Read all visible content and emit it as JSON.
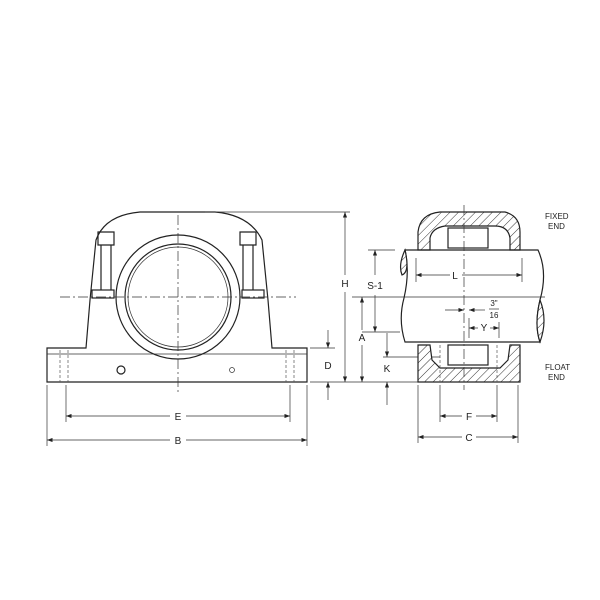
{
  "notes": {
    "fixed_end": [
      "FIXED",
      "END"
    ],
    "float_end": [
      "FLOAT",
      "END"
    ]
  },
  "dimensions": {
    "H": "H",
    "S1": "S-1",
    "L": "L",
    "A": "A",
    "D": "D",
    "K": "K",
    "E": "E",
    "B": "B",
    "F": "F",
    "C": "C",
    "Y": "Y",
    "offset_num": "3",
    "offset_unit": "\"",
    "offset_den": "16"
  }
}
